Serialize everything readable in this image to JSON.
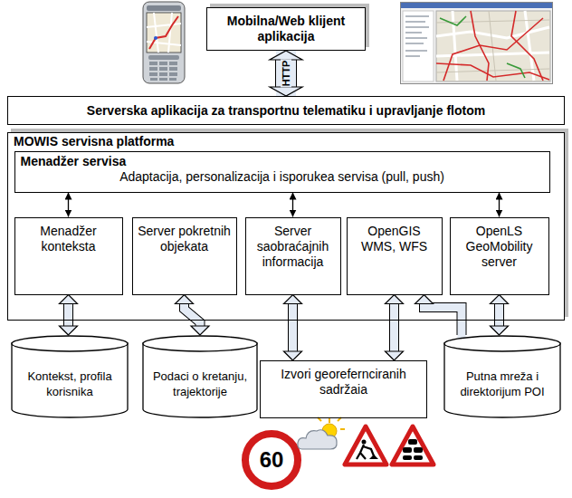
{
  "diagram": {
    "nodes": [
      {
        "text": [
          "Mobilna/Web klijent aplikacija"
        ]
      },
      {
        "text": [
          "Serverska aplikacija za transportnu telematiku i upravljanje flotom"
        ]
      },
      {
        "text": [
          "MOWIS servisna platforma"
        ]
      },
      {
        "text": [
          "Menadžer servisa",
          "Adaptacija, personalizacija i isporukea servisa (pull, push)"
        ],
        "in": 2
      },
      {
        "text": [
          "Menadžer konteksta"
        ],
        "in": 2
      },
      {
        "text": [
          "Server pokretnih objekata"
        ],
        "in": 2
      },
      {
        "text": [
          "Server saobraćajnih informacija"
        ],
        "in": 2
      },
      {
        "text": [
          "OpenGIS WMS, WFS"
        ],
        "in": 2
      },
      {
        "text": [
          "OpenLS GeoMobility server"
        ],
        "in": 2
      },
      {
        "text": [
          "Kontekst, profila korisnika"
        ]
      },
      {
        "text": [
          "Podaci o kretanju, trajektorije"
        ]
      },
      {
        "text": [
          "Izvori georefernciranih sadržaia"
        ]
      },
      {
        "text": [
          "Putna mreža i direktorijum POI"
        ]
      }
    ],
    "edges": [
      {
        "from": 0,
        "to": 1,
        "label": "HTTP",
        "arrow": "both"
      },
      {
        "from": 3,
        "to": 4,
        "arrow": "both"
      },
      {
        "from": 3,
        "to": 6,
        "arrow": "both"
      },
      {
        "from": 3,
        "to": 8,
        "arrow": "both"
      },
      {
        "from": 4,
        "to": 9,
        "arrow": "both"
      },
      {
        "from": 5,
        "to": 10,
        "arrow": "both"
      },
      {
        "from": 6,
        "to": 11,
        "arrow": "both"
      },
      {
        "from": 7,
        "to": 11,
        "arrow": "both"
      },
      {
        "from": 8,
        "to": 12,
        "arrow": "both"
      },
      {
        "from": 12,
        "to": 7,
        "arrow": "to"
      }
    ],
    "labels": [
      "60"
    ]
  }
}
